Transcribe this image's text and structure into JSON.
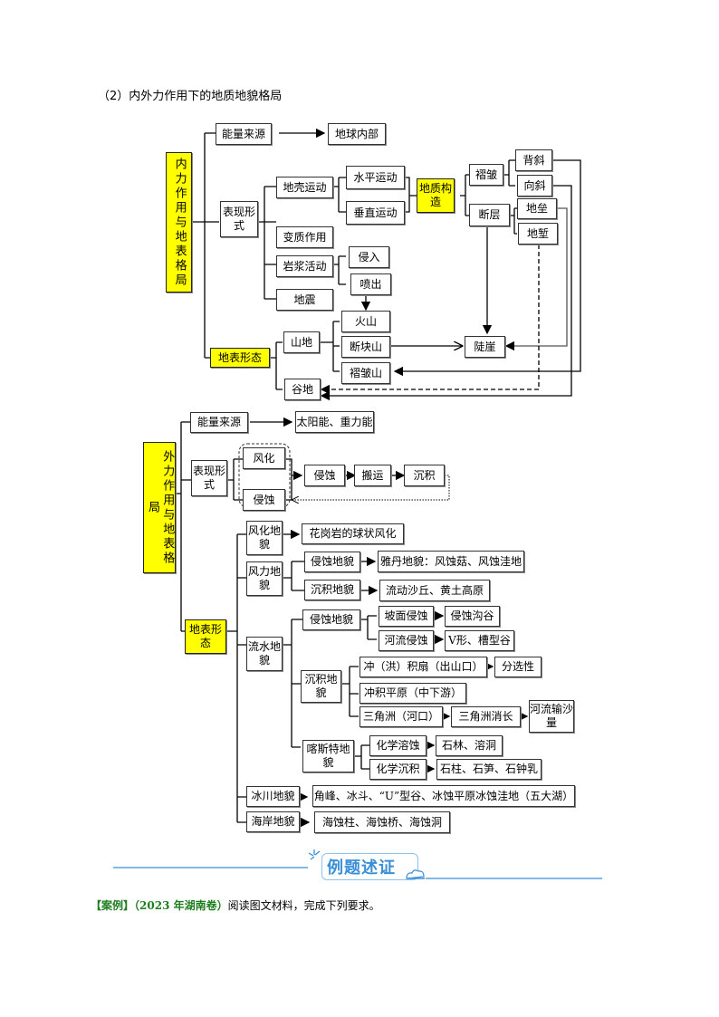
{
  "heading": "（2）内外力作用下的地质地貌格局",
  "internal": {
    "root": "内力作用与地表格局",
    "energy_label": "能量来源",
    "energy_value": "地球内部",
    "forms_label": "表现形式",
    "crust": "地壳运动",
    "horizontal": "水平运动",
    "vertical": "垂直运动",
    "structure": "地质构造",
    "fold": "褶皱",
    "anticline": "背斜",
    "syncline": "向斜",
    "fault": "断层",
    "horst": "地垒",
    "graben": "地堑",
    "metamorphism": "变质作用",
    "magma": "岩浆活动",
    "intrusion": "侵入",
    "eruption": "喷出",
    "earthquake": "地震",
    "landform": "地表形态",
    "mountain": "山地",
    "volcano": "火山",
    "block_mountain": "断块山",
    "fold_mountain": "褶皱山",
    "valley": "谷地",
    "cliff": "陡崖"
  },
  "external": {
    "root": "外力作用与地表格局",
    "energy_label": "能量来源",
    "energy_value": "太阳能、重力能",
    "forms_label": "表现形式",
    "weathering": "风化",
    "erosion_a": "侵蚀",
    "erosion_b": "侵蚀",
    "transport": "搬运",
    "deposition": "沉积",
    "landform": "地表形态",
    "weather_landform": "风化地貌",
    "granite": "花岗岩的球状风化",
    "wind_landform": "风力地貌",
    "wind_erosion": "侵蚀地貌",
    "yardang": "雅丹地貌：风蚀菇、风蚀洼地",
    "wind_deposit": "沉积地貌",
    "dunes": "流动沙丘、黄土高原",
    "water_landform": "流水地貌",
    "water_erosion": "侵蚀地貌",
    "slope_erosion": "坡面侵蚀",
    "gully": "侵蚀沟谷",
    "river_erosion": "河流侵蚀",
    "v_valley": "V形、槽型谷",
    "water_deposit": "沉积地貌",
    "alluvial_fan": "冲（洪）积扇（出山口）",
    "sorting": "分选性",
    "alluvial_plain": "冲积平原（中下游）",
    "delta": "三角洲（河口）",
    "delta_change": "三角洲消长",
    "sediment": "河流输沙量",
    "karst": "喀斯特地貌",
    "chem_dissolve": "化学溶蚀",
    "stone_forest": "石林、溶洞",
    "chem_deposit": "化学沉积",
    "stalactite": "石柱、石笋、石钟乳",
    "glacial": "冰川地貌",
    "glacial_forms": "角峰、冰斗、“U”型谷、冰蚀平原冰蚀洼地（五大湖）",
    "coastal": "海岸地貌",
    "coastal_forms": "海蚀柱、海蚀桥、海蚀洞"
  },
  "banner": "例题述证",
  "case": {
    "tag": "【案例】",
    "source": "（2023 年湖南卷）",
    "text": "阅读图文材料，完成下列要求。"
  },
  "colors": {
    "highlight": "#ffff00",
    "banner": "#3a8fd6",
    "case_tag": "#1e7d1e"
  }
}
